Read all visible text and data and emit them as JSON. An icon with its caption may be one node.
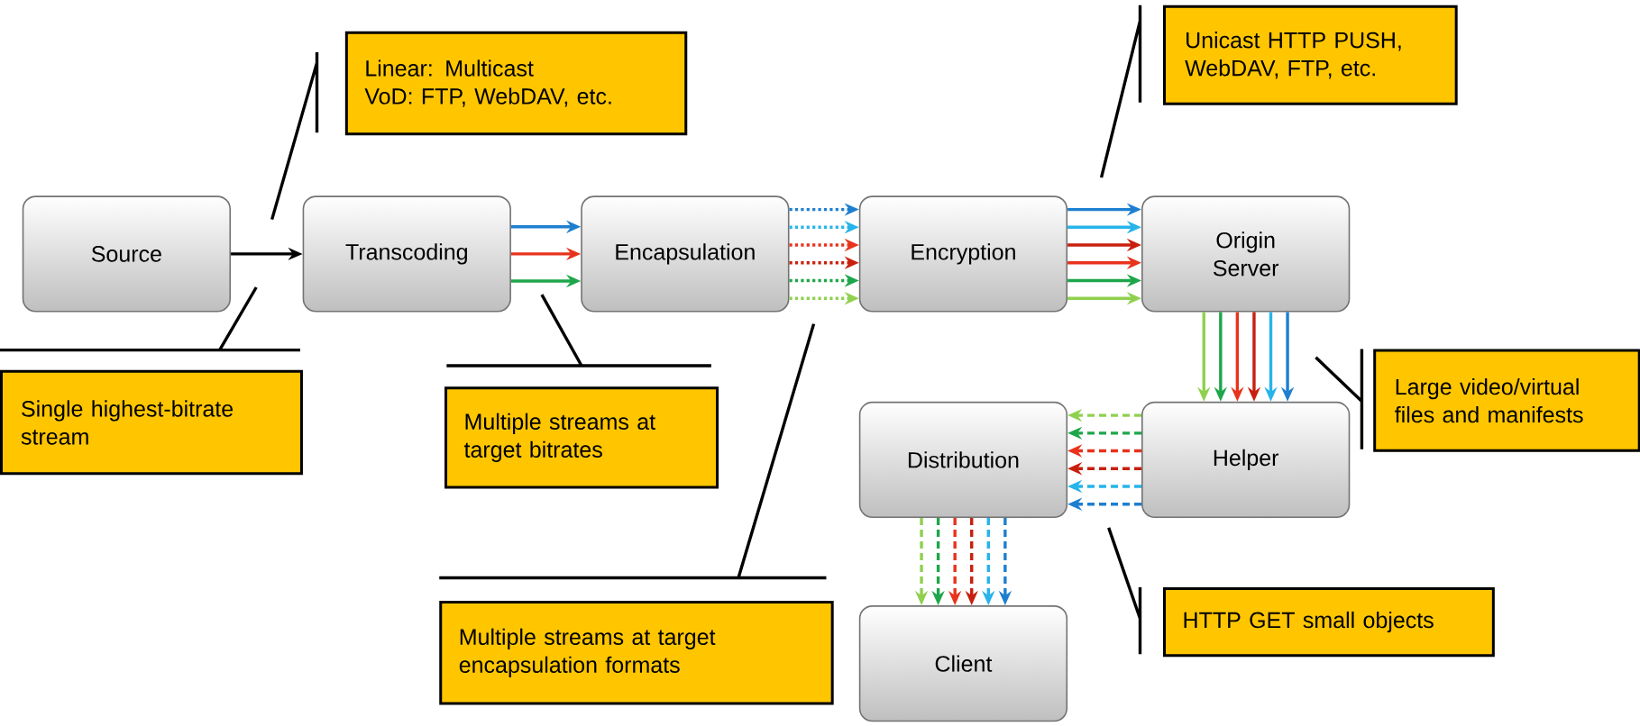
{
  "diagram": {
    "nodes": [
      {
        "text": [
          "Source"
        ]
      },
      {
        "text": [
          "Transcoding"
        ]
      },
      {
        "text": [
          "Encapsulation"
        ]
      },
      {
        "text": [
          "Encryption"
        ]
      },
      {
        "text": [
          "Origin Server"
        ]
      },
      {
        "text": [
          "Helper"
        ]
      },
      {
        "text": [
          "Distribution"
        ]
      },
      {
        "text": [
          "Client"
        ]
      },
      {
        "text": [
          "Linear: Multicast",
          "VoD: FTP, WebDAV, etc."
        ]
      },
      {
        "text": [
          "Single highest-bitrate stream"
        ]
      },
      {
        "text": [
          "Multiple streams at target bitrates"
        ]
      },
      {
        "text": [
          "Multiple streams at target encapsulation formats"
        ]
      },
      {
        "text": [
          "Unicast HTTP PUSH, WebDAV, FTP, etc."
        ]
      },
      {
        "text": [
          "Large video/virtual files and manifests"
        ]
      },
      {
        "text": [
          "HTTP GET small objects"
        ]
      }
    ],
    "edges": [
      {
        "from": 0,
        "to": 1,
        "arrow": "to",
        "color": "#000000"
      },
      {
        "from": 1,
        "to": 2,
        "arrow": "to",
        "color": "#1e7fd0"
      },
      {
        "from": 1,
        "to": 2,
        "arrow": "to",
        "color": "#e8331c"
      },
      {
        "from": 1,
        "to": 2,
        "arrow": "to",
        "color": "#1ea64a"
      },
      {
        "from": 2,
        "to": 3,
        "arrow": "to",
        "style": "dashed",
        "color": "#1e7fd0"
      },
      {
        "from": 2,
        "to": 3,
        "arrow": "to",
        "style": "dashed",
        "color": "#27b4ea"
      },
      {
        "from": 2,
        "to": 3,
        "arrow": "to",
        "style": "dashed",
        "color": "#e8331c"
      },
      {
        "from": 2,
        "to": 3,
        "arrow": "to",
        "style": "dashed",
        "color": "#c8200e"
      },
      {
        "from": 2,
        "to": 3,
        "arrow": "to",
        "style": "dashed",
        "color": "#1ea64a"
      },
      {
        "from": 2,
        "to": 3,
        "arrow": "to",
        "style": "dashed",
        "color": "#8fd14f"
      },
      {
        "from": 3,
        "to": 4,
        "arrow": "to",
        "color": "#1e7fd0"
      },
      {
        "from": 3,
        "to": 4,
        "arrow": "to",
        "color": "#27b4ea"
      },
      {
        "from": 3,
        "to": 4,
        "arrow": "to",
        "color": "#c8200e"
      },
      {
        "from": 3,
        "to": 4,
        "arrow": "to",
        "color": "#e8331c"
      },
      {
        "from": 3,
        "to": 4,
        "arrow": "to",
        "color": "#1ea64a"
      },
      {
        "from": 3,
        "to": 4,
        "arrow": "to",
        "color": "#8fd14f"
      },
      {
        "from": 4,
        "to": 5,
        "arrow": "to",
        "color": "#8fd14f"
      },
      {
        "from": 4,
        "to": 5,
        "arrow": "to",
        "color": "#1ea64a"
      },
      {
        "from": 4,
        "to": 5,
        "arrow": "to",
        "color": "#e8331c"
      },
      {
        "from": 4,
        "to": 5,
        "arrow": "to",
        "color": "#c8200e"
      },
      {
        "from": 4,
        "to": 5,
        "arrow": "to",
        "color": "#27b4ea"
      },
      {
        "from": 4,
        "to": 5,
        "arrow": "to",
        "color": "#1e7fd0"
      },
      {
        "from": 5,
        "to": 6,
        "arrow": "to",
        "style": "dashed",
        "color": "#8fd14f"
      },
      {
        "from": 5,
        "to": 6,
        "arrow": "to",
        "style": "dashed",
        "color": "#1ea64a"
      },
      {
        "from": 5,
        "to": 6,
        "arrow": "to",
        "style": "dashed",
        "color": "#e8331c"
      },
      {
        "from": 5,
        "to": 6,
        "arrow": "to",
        "style": "dashed",
        "color": "#c8200e"
      },
      {
        "from": 5,
        "to": 6,
        "arrow": "to",
        "style": "dashed",
        "color": "#27b4ea"
      },
      {
        "from": 5,
        "to": 6,
        "arrow": "to",
        "style": "dashed",
        "color": "#1e7fd0"
      },
      {
        "from": 6,
        "to": 7,
        "arrow": "to",
        "style": "dashed",
        "color": "#8fd14f"
      },
      {
        "from": 6,
        "to": 7,
        "arrow": "to",
        "style": "dashed",
        "color": "#1ea64a"
      },
      {
        "from": 6,
        "to": 7,
        "arrow": "to",
        "style": "dashed",
        "color": "#e8331c"
      },
      {
        "from": 6,
        "to": 7,
        "arrow": "to",
        "style": "dashed",
        "color": "#c8200e"
      },
      {
        "from": 6,
        "to": 7,
        "arrow": "to",
        "style": "dashed",
        "color": "#27b4ea"
      },
      {
        "from": 6,
        "to": 7,
        "arrow": "to",
        "style": "dashed",
        "color": "#1e7fd0"
      },
      {
        "from": 8,
        "to": null,
        "arrow": "none"
      },
      {
        "from": 9,
        "to": null,
        "arrow": "none"
      },
      {
        "from": 10,
        "to": null,
        "arrow": "none"
      },
      {
        "from": 11,
        "to": null,
        "arrow": "none"
      },
      {
        "from": 12,
        "to": null,
        "arrow": "none"
      },
      {
        "from": 13,
        "to": null,
        "arrow": "none"
      },
      {
        "from": 14,
        "to": null,
        "arrow": "none"
      }
    ]
  }
}
